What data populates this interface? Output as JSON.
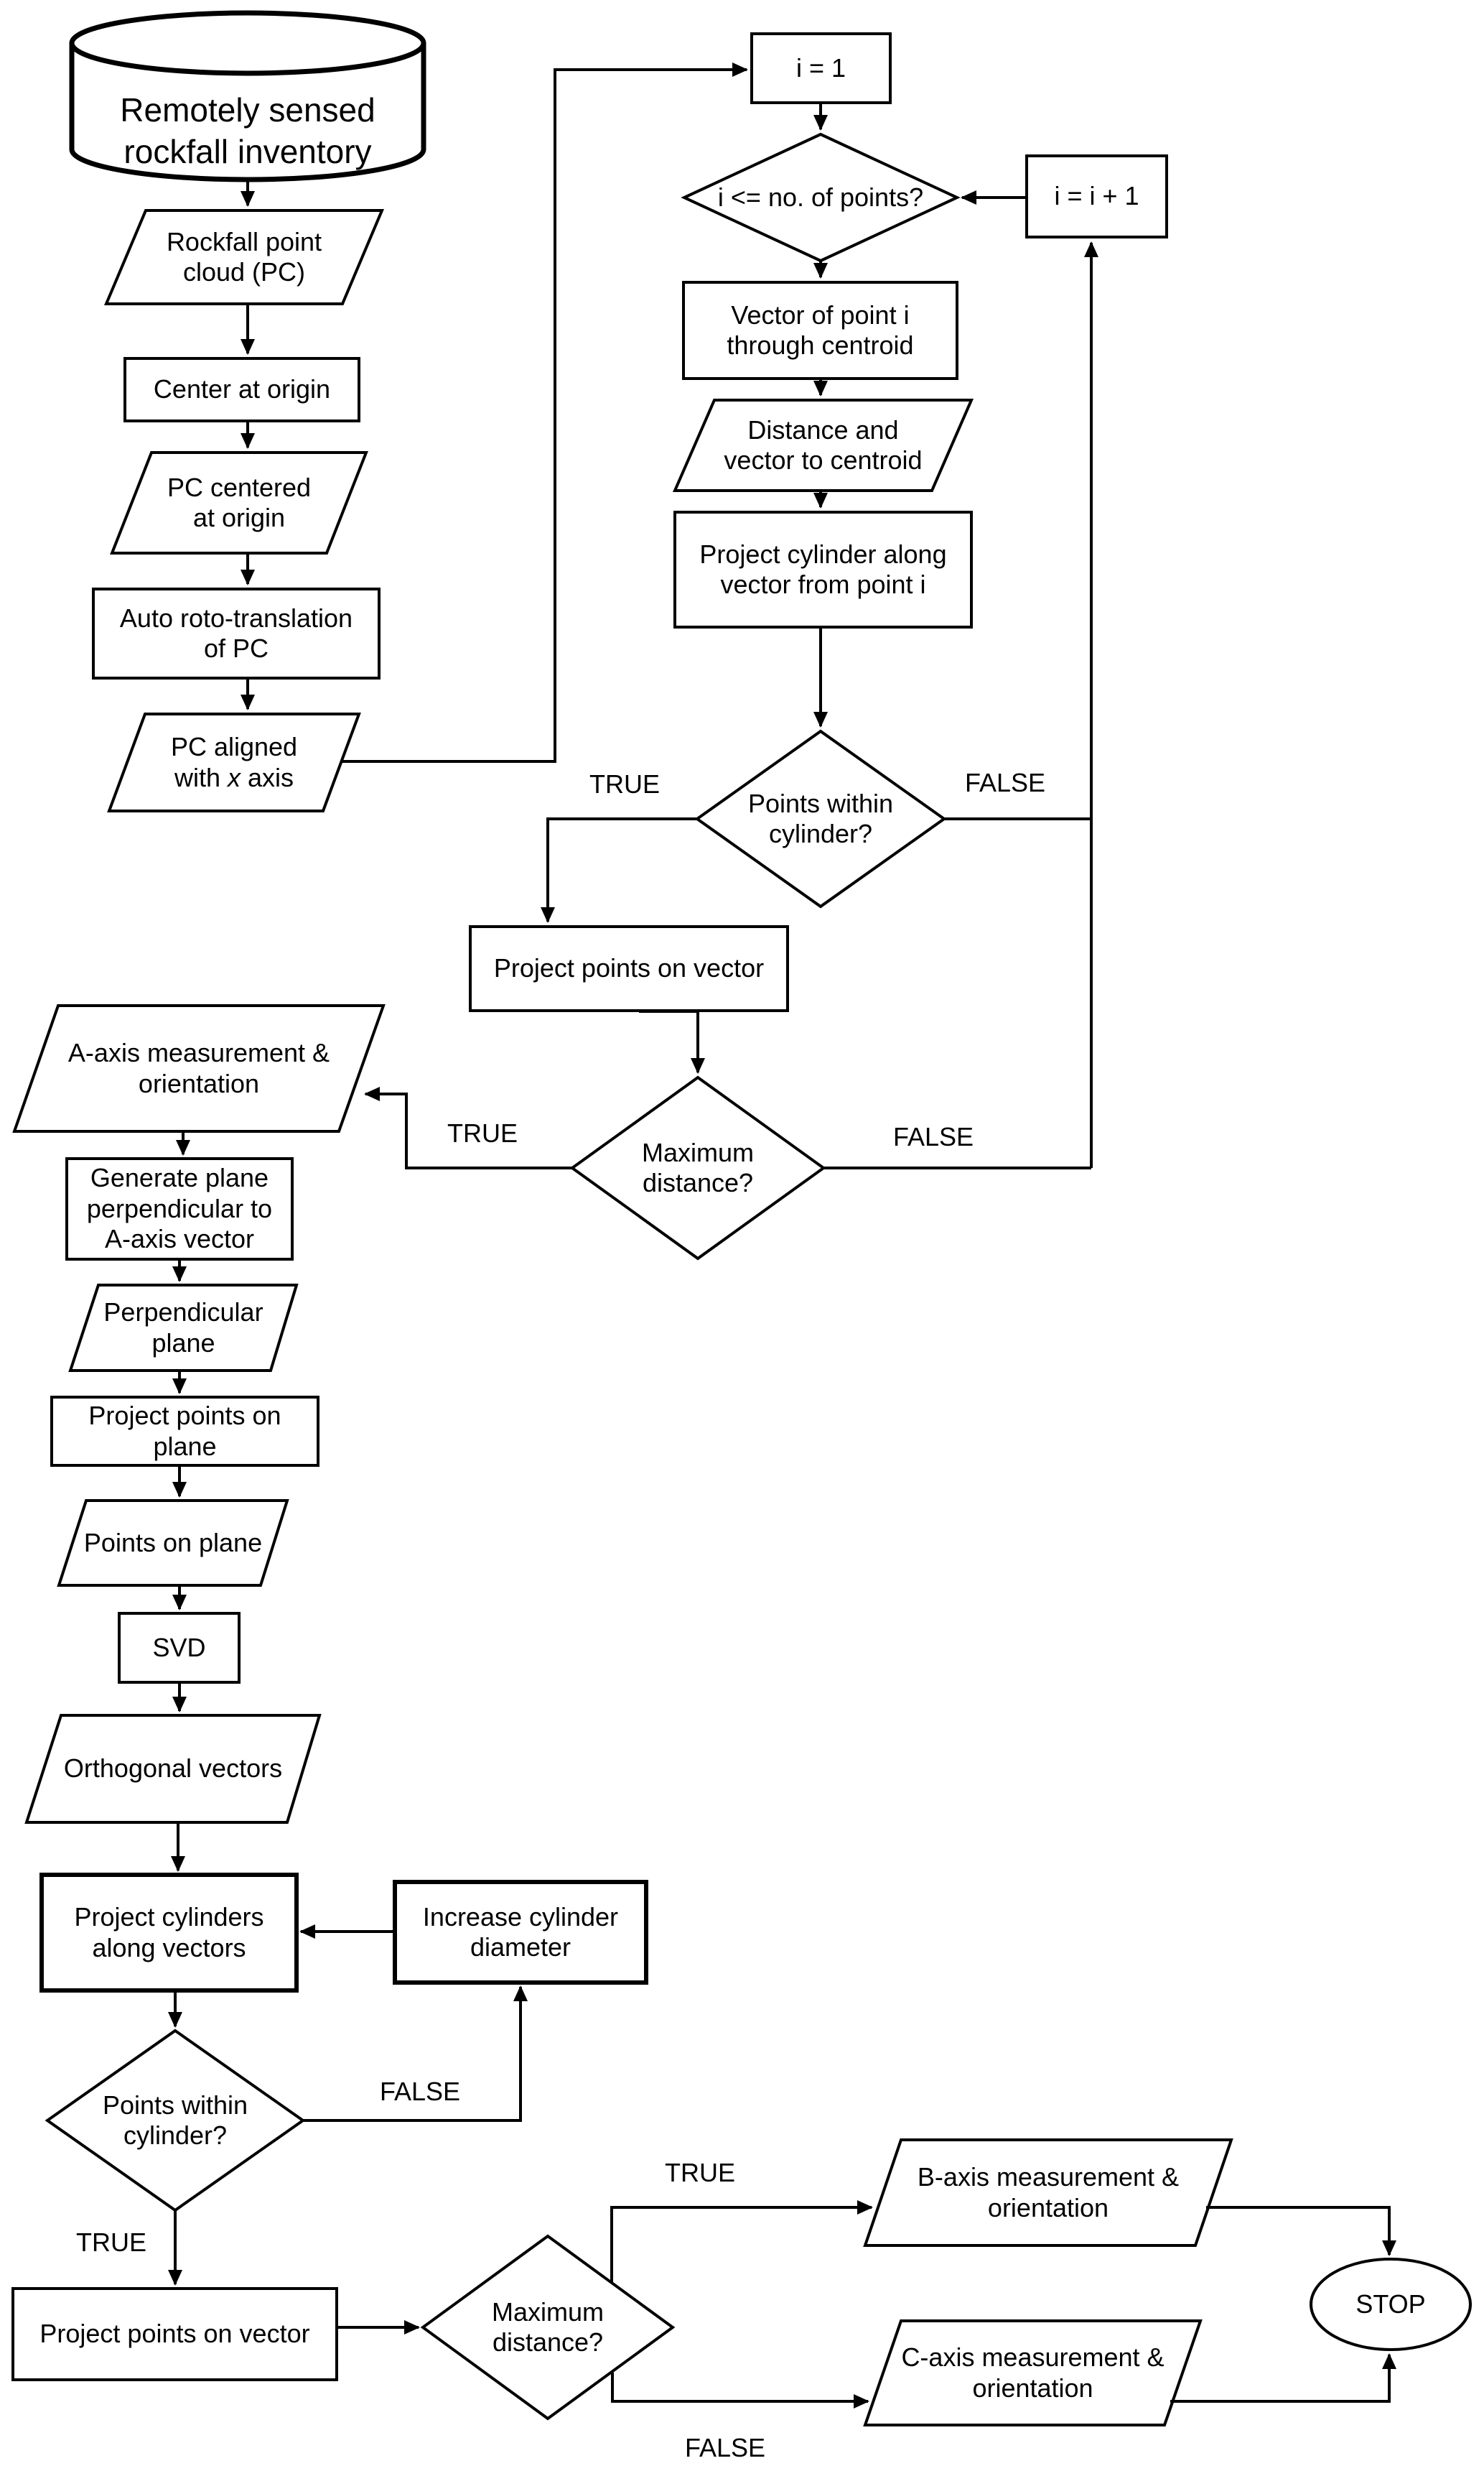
{
  "diagram": {
    "background_color": "#ffffff",
    "line_color": "#000000",
    "nodes": {
      "inventory": {
        "shape": "datastore-cylinder",
        "label": "Remotely sensed\nrockfall inventory"
      },
      "rockfall_pc": {
        "shape": "parallelogram",
        "label": "Rockfall point\ncloud (PC)"
      },
      "center_origin": {
        "shape": "rect",
        "label": "Center at origin"
      },
      "pc_centered": {
        "shape": "parallelogram",
        "label": "PC centered\nat origin"
      },
      "auto_roto": {
        "shape": "rect",
        "label": "Auto roto-translation\nof PC"
      },
      "pc_aligned": {
        "shape": "parallelogram",
        "label_pre": "PC aligned\nwith ",
        "label_italic": "x",
        "label_post": " axis"
      },
      "i_eq_1": {
        "shape": "rect",
        "label": "i = 1"
      },
      "i_le_points": {
        "shape": "diamond",
        "label": "i <= no. of points?"
      },
      "i_plus_1": {
        "shape": "rect",
        "label": "i = i + 1"
      },
      "vector_point": {
        "shape": "rect",
        "label": "Vector of point i\nthrough centroid"
      },
      "distance_vector": {
        "shape": "parallelogram",
        "label": "Distance and\nvector to centroid"
      },
      "project_cylinder": {
        "shape": "rect",
        "label": "Project cylinder along\nvector from point i"
      },
      "points_within_1": {
        "shape": "diamond",
        "label": "Points within\ncylinder?"
      },
      "project_points_1": {
        "shape": "rect",
        "label": "Project points on vector"
      },
      "max_distance_1": {
        "shape": "diamond",
        "label": "Maximum\ndistance?"
      },
      "a_axis": {
        "shape": "parallelogram",
        "label": "A-axis measurement &\norientation"
      },
      "generate_plane": {
        "shape": "rect",
        "label": "Generate plane\nperpendicular to\nA-axis vector"
      },
      "perp_plane": {
        "shape": "parallelogram",
        "label": "Perpendicular\nplane"
      },
      "project_points_plane": {
        "shape": "rect",
        "label": "Project points on\nplane"
      },
      "points_on_plane": {
        "shape": "parallelogram",
        "label": "Points on plane"
      },
      "svd": {
        "shape": "rect",
        "label": "SVD"
      },
      "orthogonal": {
        "shape": "parallelogram",
        "label": "Orthogonal vectors"
      },
      "project_cylinders": {
        "shape": "rect",
        "label": "Project cylinders\nalong vectors"
      },
      "increase_diameter": {
        "shape": "rect",
        "label": "Increase cylinder\ndiameter"
      },
      "points_within_2": {
        "shape": "diamond",
        "label": "Points within\ncylinder?"
      },
      "project_points_2": {
        "shape": "rect",
        "label": "Project points on vector"
      },
      "max_distance_2": {
        "shape": "diamond",
        "label": "Maximum\ndistance?"
      },
      "b_axis": {
        "shape": "parallelogram",
        "label": "B-axis measurement &\norientation"
      },
      "c_axis": {
        "shape": "parallelogram",
        "label": "C-axis measurement &\norientation"
      },
      "stop": {
        "shape": "terminator-ellipse",
        "label": "STOP"
      }
    },
    "edge_labels": {
      "pw1_true": "TRUE",
      "pw1_false": "FALSE",
      "md1_true": "TRUE",
      "md1_false": "FALSE",
      "pw2_false": "FALSE",
      "pw2_true": "TRUE",
      "md2_true": "TRUE",
      "md2_false": "FALSE"
    }
  }
}
